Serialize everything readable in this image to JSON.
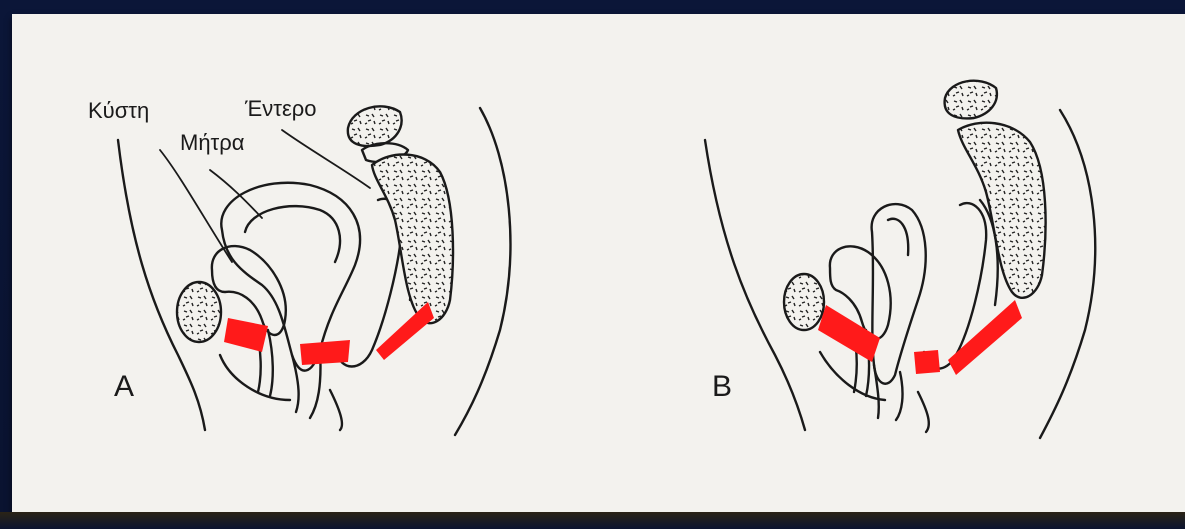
{
  "labels": {
    "bladder": "Κύστη",
    "uterus": "Μήτρα",
    "bowel": "Έντερο"
  },
  "panels": [
    "A",
    "B"
  ],
  "colors": {
    "highlight": "#ff1a1a",
    "outline": "#1a1a1a",
    "paper": "#f3f2ee",
    "background": "#0a1230"
  }
}
